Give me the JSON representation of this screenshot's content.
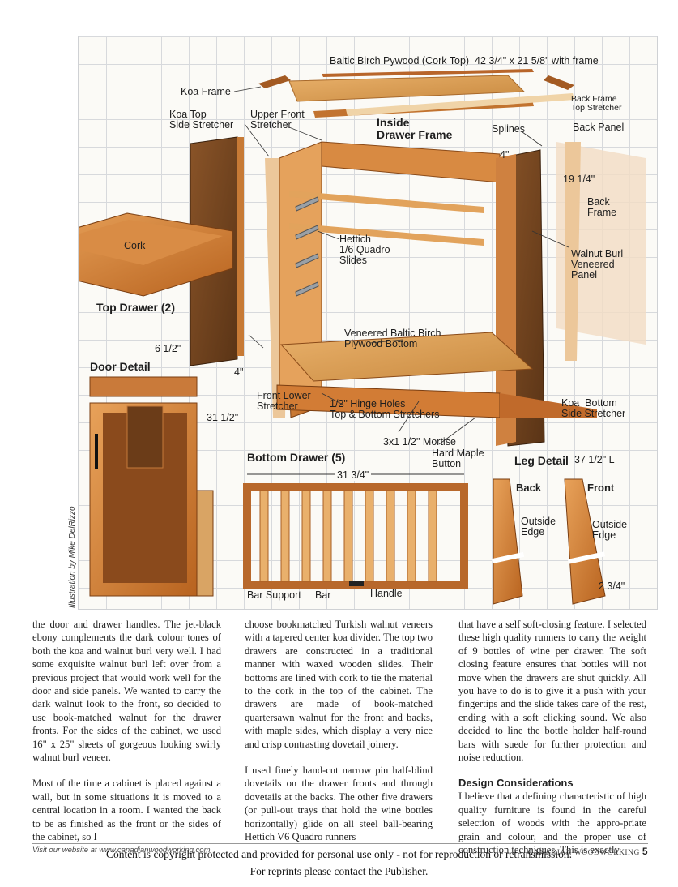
{
  "illustration": {
    "credit": "Illustration by Mike DelRizzo",
    "labels": {
      "top_title": "Baltic Birch Pywood (Cork Top)  42 3/4\" x 21 5/8\" with frame",
      "koa_frame": "Koa Frame",
      "back_frame_top_stretcher": "Back Frame\nTop Stretcher",
      "koa_top_side_stretcher": "Koa Top\nSide Stretcher",
      "upper_front_stretcher": "Upper Front\nStretcher",
      "inside_drawer_frame": "Inside\nDrawer Frame",
      "splines": "Splines",
      "back_panel": "Back Panel",
      "dim_4_top": "4\"",
      "dim_19_1_4": "19 1/4\"",
      "back_frame": "Back\nFrame",
      "cork": "Cork",
      "hettich": "Hettich\n1/6 Quadro\nSlides",
      "walnut_burl": "Walnut Burl\nVeneered\nPanel",
      "top_drawer": "Top Drawer (2)",
      "veneered_bottom": "Veneered Baltic Birch\nPlywood Bottom",
      "dim_6_1_2": "6 1/2\"",
      "door_detail": "Door Detail",
      "dim_4_front": "4\"",
      "front_lower_stretcher": "Front Lower\nStretcher",
      "hinge_holes": "1/2\" Hinge Holes\nTop & Bottom Stretchers",
      "koa_bottom_side_stretcher": "Koa  Bottom\nSide Stretcher",
      "dim_31_1_2": "31 1/2\"",
      "mortise": "3x1 1/2\" Mortise",
      "hard_maple_button": "Hard Maple\nButton",
      "bottom_drawer": "Bottom Drawer (5)",
      "dim_31_3_4": "31 3/4\"",
      "leg_detail": "Leg Detail",
      "leg_length": "37 1/2\" L",
      "back": "Back",
      "front": "Front",
      "outside_edge_back": "Outside\nEdge",
      "outside_edge_front": "Outside\nEdge",
      "dim_2_3_4": "2 3/4\"",
      "bar_support": "Bar Support",
      "bar": "Bar",
      "handle": "Handle"
    }
  },
  "article": {
    "col1": [
      "the door and drawer handles. The jet-black ebony complements the dark colour tones of both the koa and walnut burl very well. I had some exquisite walnut burl left over from a previous project that would work well for the door and side panels. We wanted to carry the dark walnut look to the front, so decided to use book-matched walnut for the drawer fronts. For the sides of the cabinet, we used 16\" x 25\" sheets of gorgeous looking swirly walnut burl veneer.",
      "Most of the time a cabinet is placed against a wall, but in some situations it is moved to a central location in a room. I wanted the back to be as finished as the front or the sides of the cabinet, so I"
    ],
    "col2": [
      "choose bookmatched Turkish walnut veneers with a tapered center koa divider. The top two drawers are constructed in a traditional manner with waxed wooden slides. Their bottoms are lined with cork to tie the material to the cork in the top of the cabinet. The drawers are made of book-matched quartersawn walnut for the front and backs, with maple sides, which display a very nice and crisp contrasting dovetail joinery.",
      "I used finely hand-cut narrow pin half-blind dovetails on the drawer fronts and through dovetails at the backs. The other five drawers (or pull-out trays that hold the wine bottles horizontally) glide on all steel ball-bearing Hettich V6 Quadro runners"
    ],
    "col3_intro": "that have a self soft-closing feature. I selected these high quality runners to carry the weight of 9 bottles of wine per drawer. The soft closing feature ensures that bottles will not move when the drawers are shut quickly. All you have to do is to give it a push with your fingertips and the slide takes care of the rest, ending with a soft clicking sound. We also decided to line the bottle holder half-round bars with suede for further protection and noise reduction.",
    "col3_heading": "Design Considerations",
    "col3_body": "I believe that a defining characteristic of high quality furniture is found in the careful selection of woods with the appro-priate grain and colour, and the proper use of construction techniques. This is exactly"
  },
  "footer": {
    "website": "Visit our website at www.canadianwoodworking.com",
    "magazine": "CANADIAN WOODWORKING",
    "page_number": "5",
    "notice_line1": "Content is copyright protected and provided for personal use only  - not for reproduction or retransmission.",
    "notice_line2": "For reprints please contact the Publisher."
  }
}
